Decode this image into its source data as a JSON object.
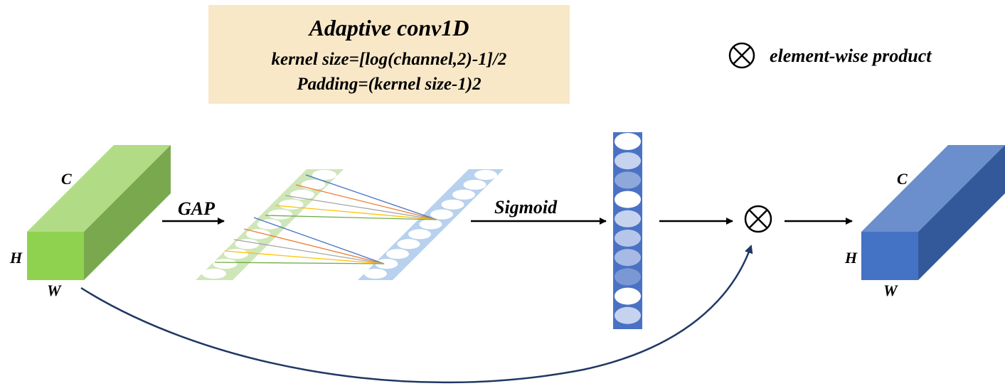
{
  "banner": {
    "title": "Adaptive conv1D",
    "line1": "kernel size=[log(channel,2)-1]/2",
    "line2": "Padding=(kernel size-1)2"
  },
  "legend": {
    "label": "element-wise product"
  },
  "input_tensor": {
    "c": "C",
    "h": "H",
    "w": "W",
    "colors": {
      "front": "#8fd24f",
      "top": "#b1dc85",
      "side": "#7aa84e"
    }
  },
  "output_tensor": {
    "c": "C",
    "h": "H",
    "w": "W",
    "colors": {
      "front": "#4472c4",
      "top": "#6a8fcc",
      "side": "#33599a"
    }
  },
  "steps": {
    "gap": "GAP",
    "sigmoid": "Sigmoid"
  },
  "attention_vector": {
    "cell_colors": [
      "#ffffff",
      "#c6d3ef",
      "#8ea8dc",
      "#ffffff",
      "#c6d3ef",
      "#b5c6ea",
      "#a6bae5",
      "#7a98d4",
      "#ffffff",
      "#c6d3ef"
    ],
    "strip_color": "#4a72c4"
  },
  "conv": {
    "left_color": "#cfe6b8",
    "right_color": "#b7d1ee",
    "line_colors": [
      "#4472c4",
      "#ed7d31",
      "#a5a5a5",
      "#ffc000",
      "#70ad47"
    ]
  }
}
